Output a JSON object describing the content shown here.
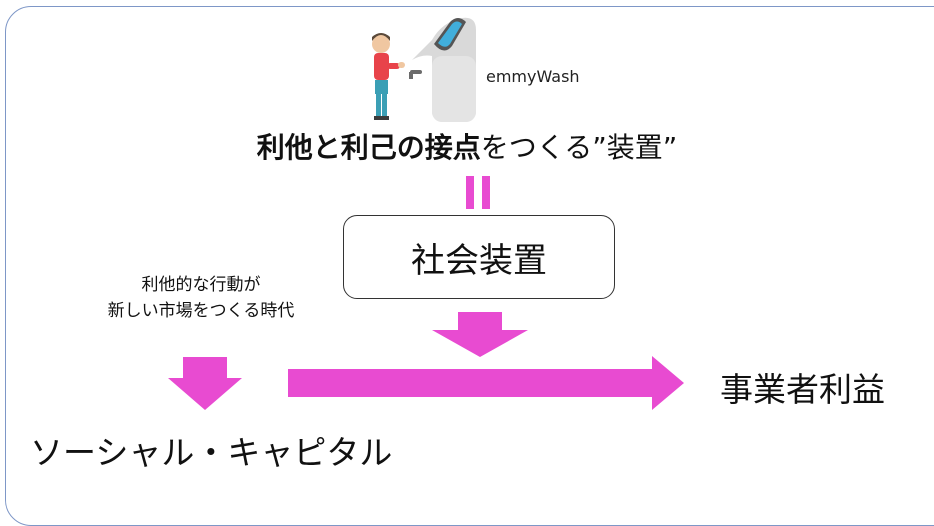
{
  "brand": {
    "name": "emmyWash"
  },
  "headline": {
    "bold_part": "利他と利己の接点",
    "normal_part": "をつくる”装置”"
  },
  "center_box": {
    "label": "社会装置"
  },
  "caption": {
    "lines": [
      "利他的な行動が",
      "新しい市場をつくる時代"
    ]
  },
  "outcomes": {
    "right_label": "事業者利益",
    "bottom_label": "ソーシャル・キャピタル"
  },
  "colors": {
    "accent": "#e84bd1",
    "frame": "#7e97c7",
    "text": "#111111"
  }
}
